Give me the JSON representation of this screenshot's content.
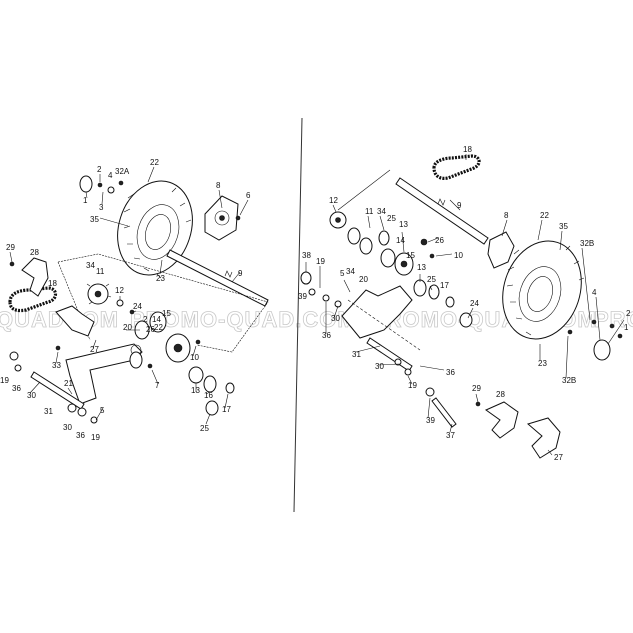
{
  "watermarks": [
    "QUADCOM",
    "PROMO-QUAD.COM",
    "PROMO-QUAD.COM",
    "PRC"
  ],
  "left_labels": [
    "22",
    "2",
    "4",
    "32A",
    "1",
    "3",
    "8",
    "6",
    "35",
    "23",
    "9",
    "29",
    "28",
    "34",
    "11",
    "18",
    "12",
    "24",
    "14",
    "15",
    "20",
    "33",
    "27",
    "2",
    "26",
    "22",
    "10",
    "19",
    "36",
    "30",
    "21",
    "5",
    "31",
    "7",
    "13",
    "16",
    "17",
    "25",
    "30",
    "36",
    "19"
  ],
  "right_labels": [
    "18",
    "12",
    "11",
    "34",
    "25",
    "13",
    "14",
    "9",
    "8",
    "22",
    "35",
    "26",
    "10",
    "38",
    "19",
    "5",
    "34",
    "20",
    "15",
    "13",
    "25",
    "17",
    "32B",
    "39",
    "36",
    "30",
    "24",
    "4",
    "2",
    "1",
    "23",
    "31",
    "30",
    "36",
    "19",
    "32B",
    "29",
    "28",
    "39",
    "37",
    "27"
  ]
}
